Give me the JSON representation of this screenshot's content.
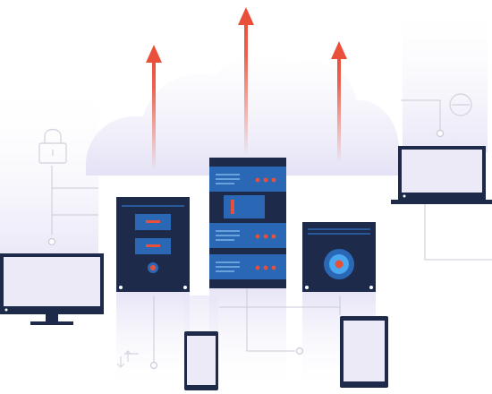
{
  "colors": {
    "navy": "#1d2a4a",
    "navy_dark": "#16213b",
    "panel_blue": "#2a68b5",
    "panel_blue_light": "#3a86d4",
    "highlight_blue": "#4aa8f0",
    "accent_red": "#e8503a",
    "screen_lavender": "#eceaf7",
    "cloud_lavender": "#ecebf8",
    "line_gray": "#c9cbd8"
  },
  "icons": {
    "upload_arrows": "arrow-up-icon",
    "lock": "padlock-icon",
    "no_entry": "no-entry-icon"
  },
  "illustration": {
    "subject": "cloud-hosting-network",
    "devices": [
      "desktop-monitor",
      "laptop",
      "smartphone",
      "tablet"
    ],
    "servers": [
      "storage-tower",
      "rack-server",
      "drive-unit"
    ]
  }
}
